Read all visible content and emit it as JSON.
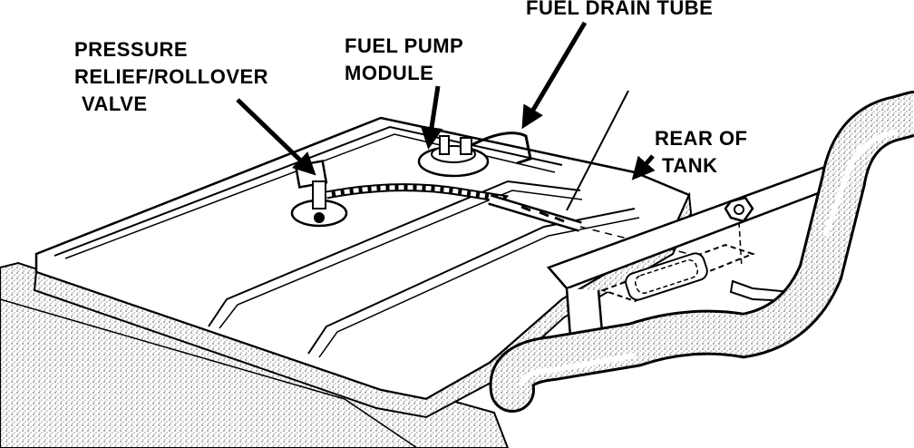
{
  "labels": {
    "pressure_relief": {
      "line1": "PRESSURE",
      "line2": "RELIEF/ROLLOVER",
      "line3": "VALVE"
    },
    "fuel_pump": {
      "line1": "FUEL PUMP",
      "line2": "MODULE"
    },
    "fuel_drain": {
      "line1": "FUEL DRAIN TUBE"
    },
    "rear_of_tank": {
      "line1": "REAR OF",
      "line2": "TANK"
    }
  },
  "colors": {
    "ink": "#000000",
    "paper": "#ffffff",
    "stipple": "#b8b8b8"
  }
}
